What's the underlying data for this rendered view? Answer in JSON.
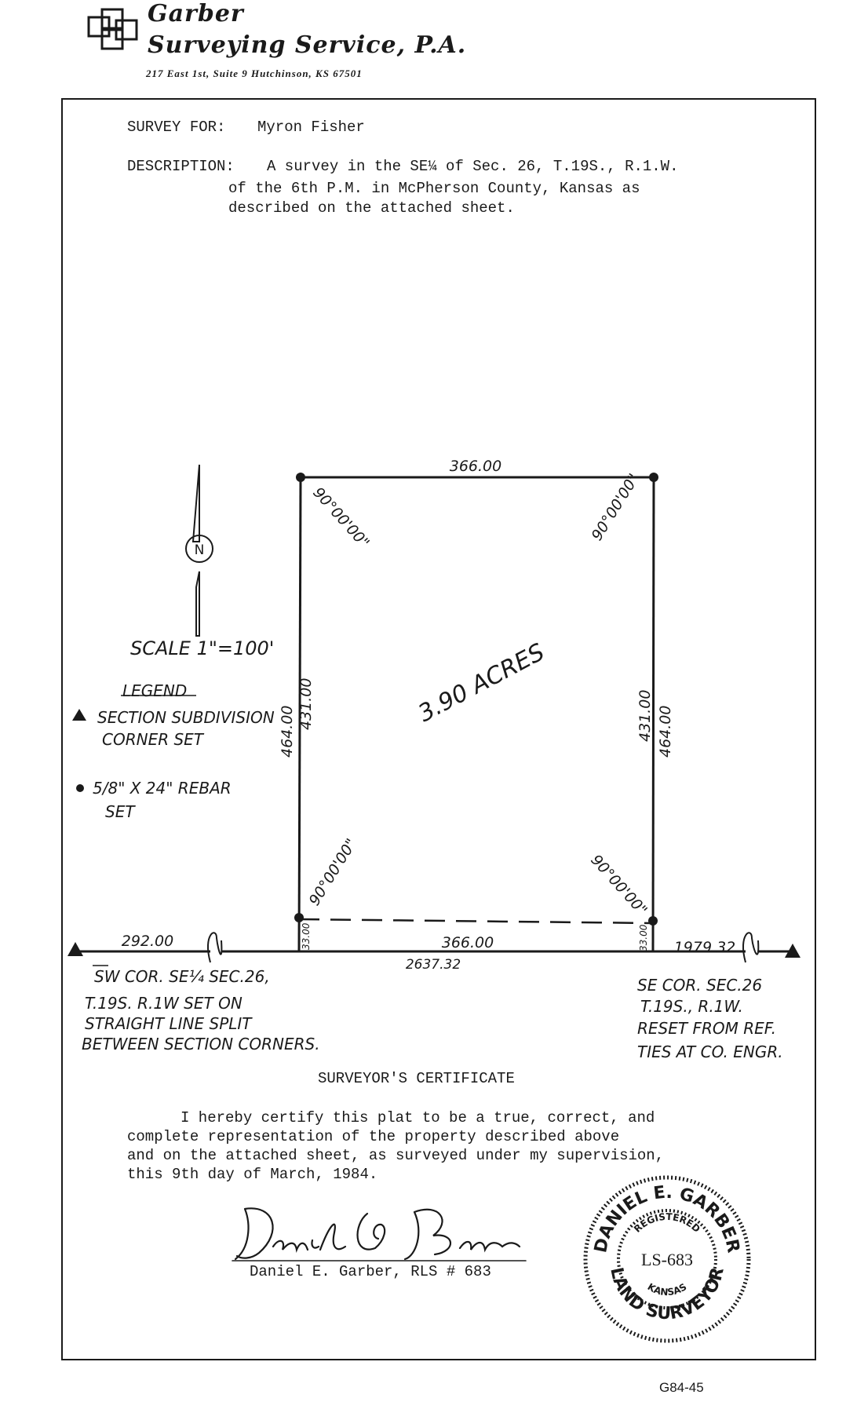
{
  "header": {
    "company_line1": "Garber",
    "company_line2": "Surveying Service, P.A.",
    "address": "217 East 1st, Suite 9  Hutchinson, KS 67501"
  },
  "survey": {
    "for_label": "SURVEY FOR:",
    "for_value": "Myron Fisher",
    "description_label": "DESCRIPTION:",
    "description_line1": "A survey in the SE¼ of Sec. 26, T.19S., R.1.W.",
    "description_line2": "of the 6th P.M. in McPherson County, Kansas as",
    "description_line3": "described on the attached sheet."
  },
  "plat": {
    "top_distance": "366.00",
    "area": "3.90 ACRES",
    "left_inner": "431.00",
    "left_outer": "464.00",
    "right_inner": "431.00",
    "right_outer": "464.00",
    "angle_nw": "90°00'00\"",
    "angle_ne": "90°00'00\"",
    "angle_sw": "90°00'00\"",
    "angle_se": "90°00'00\"",
    "bottom_distance": "366.00",
    "section_line": "2637.32",
    "west_distance": "292.00",
    "east_distance": "1979.32",
    "row_left": "33.00",
    "row_right": "33.00",
    "north_label": "N",
    "scale": "SCALE 1\"=100'",
    "legend_title": "LEGEND",
    "legend_triangle_line1": "SECTION SUBDIVISION",
    "legend_triangle_line2": "CORNER SET",
    "legend_dot_line1": "5/8\" X 24\" REBAR",
    "legend_dot_line2": "SET",
    "sw_note_line1": "SW COR. SE¼ SEC.26,",
    "sw_note_line2": "T.19S. R.1W SET ON",
    "sw_note_line3": "STRAIGHT LINE SPLIT",
    "sw_note_line4": "BETWEEN SECTION CORNERS.",
    "se_note_line1": "SE COR. SEC.26",
    "se_note_line2": "T.19S., R.1W.",
    "se_note_line3": "RESET FROM REF.",
    "se_note_line4": "TIES AT CO. ENGR."
  },
  "certificate": {
    "title": "SURVEYOR'S CERTIFICATE",
    "line1": "I hereby certify this plat to be a true, correct, and",
    "line2": "complete representation of the property described above",
    "line3": "and on the attached sheet, as surveyed under my supervision,",
    "line4": "this 9th day of March, 1984.",
    "signature": "Daniel E. Garber",
    "signer": "Daniel E. Garber, RLS # 683"
  },
  "seal": {
    "outer_top": "DANIEL E. GARBER",
    "inner_top": "REGISTERED",
    "center": "LS-683",
    "inner_bottom": "KANSAS",
    "outer_bottom": "LAND SURVEYOR"
  },
  "footer": {
    "doc_number": "G84-45"
  }
}
